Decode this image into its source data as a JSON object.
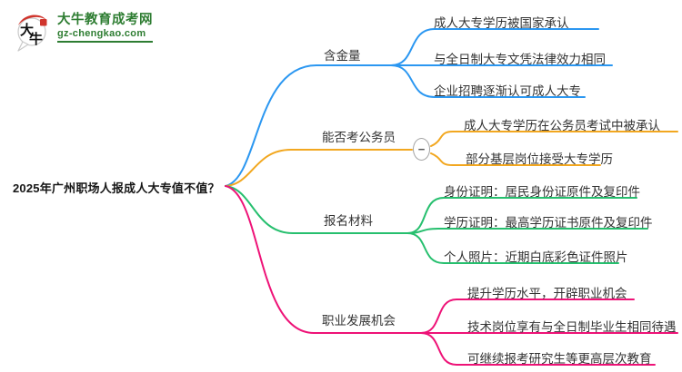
{
  "site": {
    "logo_text_1": "大",
    "logo_text_2": "牛",
    "name": "大牛教育成考网",
    "url": "gz-chengkao.com",
    "brand_green": "#2e7d32",
    "brand_red": "#d0342c"
  },
  "root": {
    "text": "2025年广州职场人报成人大专值不值？"
  },
  "branches": [
    {
      "label": "含金量",
      "color": "#2b97f1",
      "leaves": [
        "成人大专学历被国家承认",
        "与全日制大专文凭法律效力相同",
        "企业招聘逐渐认可成人大专"
      ]
    },
    {
      "label": "能否考公务员",
      "color": "#f2a71f",
      "toggle": "−",
      "leaves": [
        "成人大专学历在公务员考试中被承认",
        "部分基层岗位接受大专学历"
      ]
    },
    {
      "label": "报名材料",
      "color": "#26bf6e",
      "leaves": [
        "身份证明：居民身份证原件及复印件",
        "学历证明：最高学历证书原件及复印件",
        "个人照片：近期白底彩色证件照片"
      ]
    },
    {
      "label": "职业发展机会",
      "color": "#ee1277",
      "leaves": [
        "提升学历水平，开辟职业机会",
        "技术岗位享有与全日制毕业生相同待遇",
        "可继续报考研究生等更高层次教育"
      ]
    }
  ]
}
